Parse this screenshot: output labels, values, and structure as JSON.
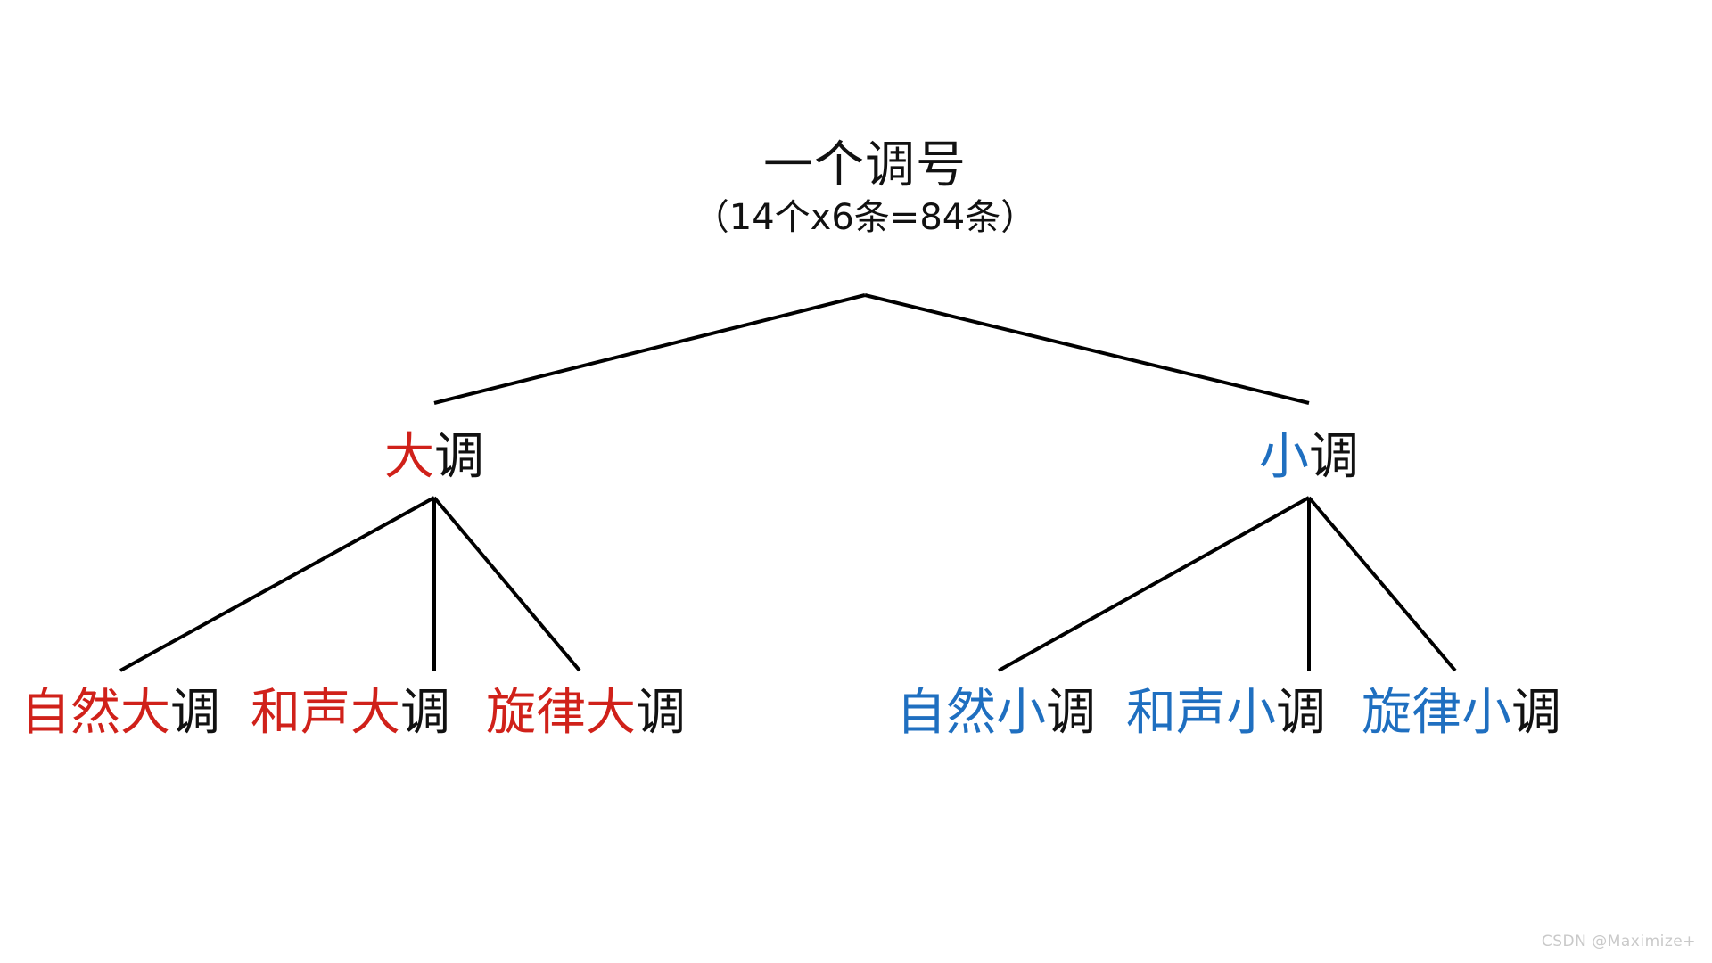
{
  "diagram": {
    "type": "tree",
    "background_color": "#ffffff",
    "edge_color": "#000000",
    "palette": {
      "major_red": "#d0211a",
      "minor_blue": "#1f6fc0",
      "neutral_black": "#111111",
      "watermark_gray": "#c9c9c9"
    },
    "root": {
      "title": "一个调号",
      "subtitle": "（14个x6条=84条）"
    },
    "level2": [
      {
        "prefix": "大",
        "prefix_color": "major_red",
        "suffix": "调"
      },
      {
        "prefix": "小",
        "prefix_color": "minor_blue",
        "suffix": "调"
      }
    ],
    "leaves": [
      {
        "prefix": "自然大",
        "prefix_color": "major_red",
        "suffix": "调"
      },
      {
        "prefix": "和声大",
        "prefix_color": "major_red",
        "suffix": "调"
      },
      {
        "prefix": "旋律大",
        "prefix_color": "major_red",
        "suffix": "调"
      },
      {
        "prefix": "自然小",
        "prefix_color": "minor_blue",
        "suffix": "调"
      },
      {
        "prefix": "和声小",
        "prefix_color": "minor_blue",
        "suffix": "调"
      },
      {
        "prefix": "旋律小",
        "prefix_color": "minor_blue",
        "suffix": "调"
      }
    ],
    "watermark": "CSDN @Maximize+"
  }
}
